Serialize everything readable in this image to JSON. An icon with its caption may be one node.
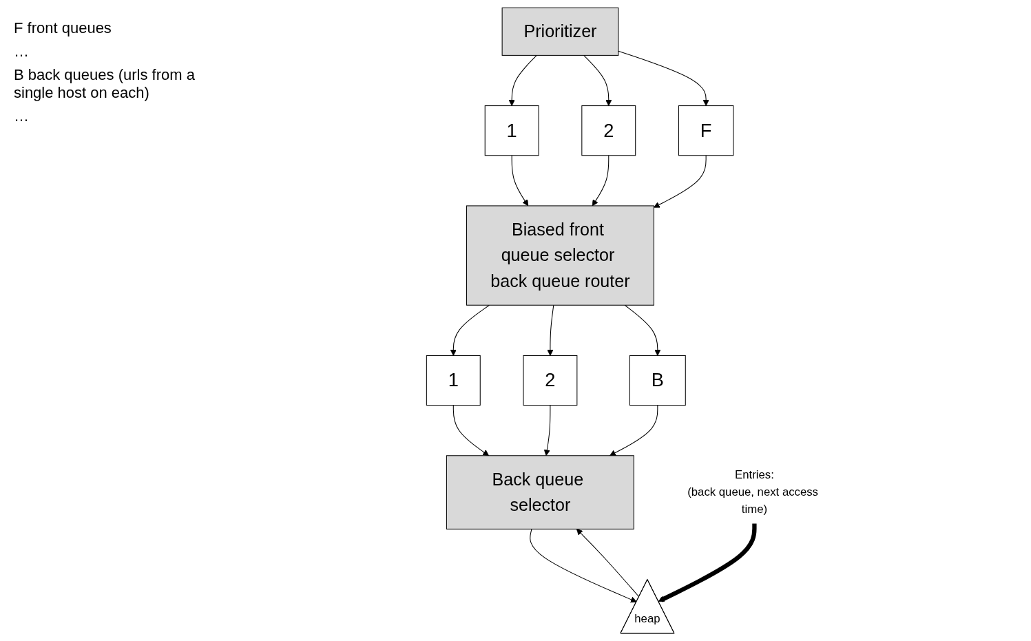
{
  "diagram": {
    "nodes": [
      {
        "text": [
          "Prioritizer"
        ]
      },
      {
        "text": [
          "1"
        ]
      },
      {
        "text": [
          "2"
        ]
      },
      {
        "text": [
          "F"
        ]
      },
      {
        "text": [
          "Biased front queue selector back queue router"
        ]
      },
      {
        "text": [
          "1"
        ]
      },
      {
        "text": [
          "2"
        ]
      },
      {
        "text": [
          "B"
        ]
      },
      {
        "text": [
          "Back queue selector"
        ]
      },
      {
        "text": [
          "heap"
        ]
      },
      {
        "text": [
          "Entries:",
          "(back queue, next access time)"
        ]
      }
    ],
    "edges": [
      {
        "from": 0,
        "to": 1,
        "arrow": "to"
      },
      {
        "from": 0,
        "to": 2,
        "arrow": "to"
      },
      {
        "from": 0,
        "to": 3,
        "arrow": "to"
      },
      {
        "from": 1,
        "to": 4,
        "arrow": "to"
      },
      {
        "from": 2,
        "to": 4,
        "arrow": "to"
      },
      {
        "from": 3,
        "to": 4,
        "arrow": "to"
      },
      {
        "from": 4,
        "to": 5,
        "arrow": "to"
      },
      {
        "from": 4,
        "to": 6,
        "arrow": "to"
      },
      {
        "from": 4,
        "to": 7,
        "arrow": "to"
      },
      {
        "from": 5,
        "to": 8,
        "arrow": "to"
      },
      {
        "from": 6,
        "to": 8,
        "arrow": "to"
      },
      {
        "from": 7,
        "to": 8,
        "arrow": "to"
      },
      {
        "from": 9,
        "to": 8,
        "arrow": "to"
      },
      {
        "from": 8,
        "to": 9,
        "arrow": "to"
      },
      {
        "from": 10,
        "to": 9,
        "arrow": "to",
        "style": "thick"
      }
    ],
    "labels": [
      "F front queues",
      "…",
      "B back queues (urls from a single host on each)",
      "…"
    ]
  }
}
